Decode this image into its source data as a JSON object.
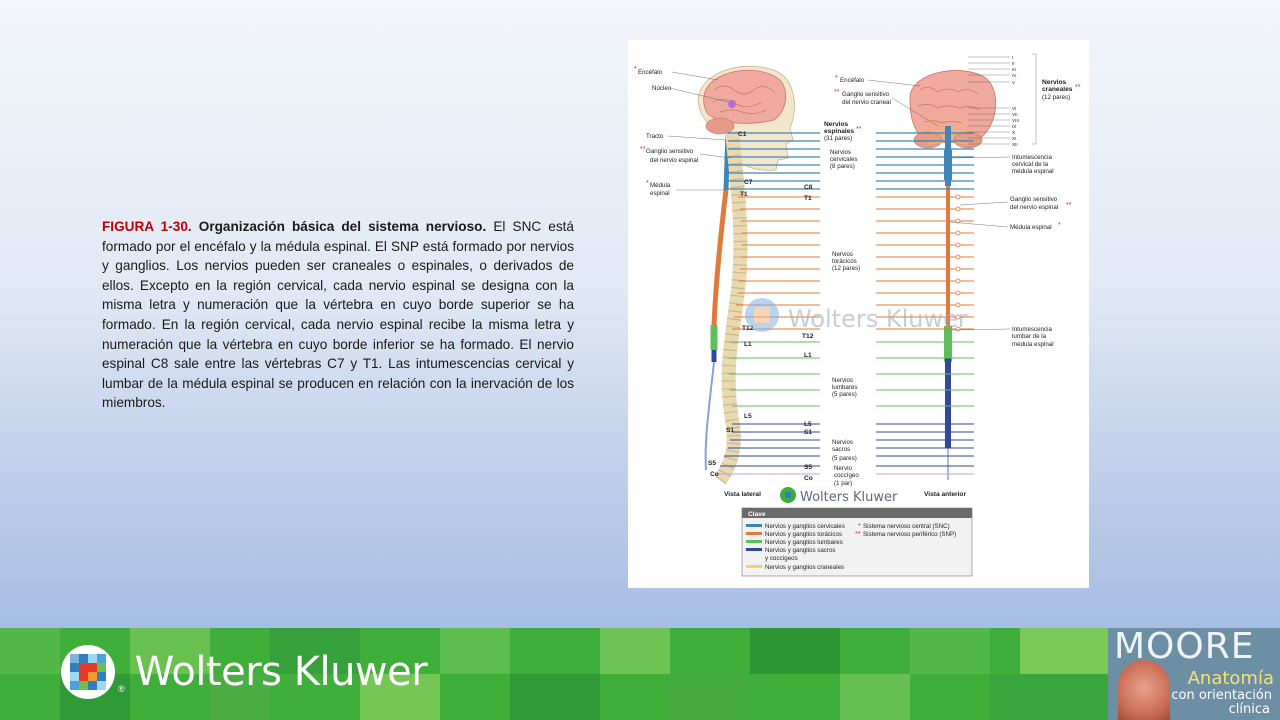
{
  "caption": {
    "figure_label": "FIGURA 1-30.",
    "title": "Organización básica del sistema nervioso.",
    "body": "El SNC está formado por el encéfalo y la médula espinal. El SNP está formado por nervios y ganglios. Los nervios pueden ser craneales o espinales, o derivados de ellos. Excepto en la región cervical, cada nervio espinal se designa con la misma letra y numeración que la vértebra en cuyo borde superior se ha formado. En la región cervical, cada nervio espinal recibe la misma letra y numeración que la vértebra en cuyo borde inferior se ha formado. El nervio espinal C8 sale entre las vértebras C7 y T1. Las intumescencias cervical y lumbar de la médula espinal se producen en relación con la inervación de los miembros."
  },
  "figure": {
    "left_labels": {
      "encefalo": "Encéfalo",
      "nucleo": "Núcleo",
      "tracto": "Tracto",
      "ganglio_1": "Ganglio sensitivo",
      "ganglio_2": "del nervio espinal",
      "medula_1": "Médula",
      "medula_2": "espinal"
    },
    "vertebra_labels": {
      "c1": "C1",
      "c7": "C7",
      "c8": "C8",
      "t1": "T1",
      "t1b": "T1",
      "t12": "T12",
      "t12b": "T12",
      "l1": "L1",
      "l1b": "L1",
      "l5": "L5",
      "l5b": "L5",
      "s1": "S1",
      "s1b": "S1",
      "s5": "S5",
      "s5b": "S5",
      "co": "Co",
      "cob": "Co"
    },
    "middle_labels": {
      "espinales_1": "Nervios",
      "espinales_2": "espinales",
      "espinales_3": "(31 pares)",
      "cervicales_1": "Nervios",
      "cervicales_2": "cervicales",
      "cervicales_3": "(8 pares)",
      "toracicos_1": "Nervios",
      "toracicos_2": "torácicos",
      "toracicos_3": "(12 pares)",
      "lumbares_1": "Nervios",
      "lumbares_2": "lumbares",
      "lumbares_3": "(5 pares)",
      "sacros_1": "Nervios",
      "sacros_2": "sacros",
      "sacros_3": "(5 pares)",
      "coccigeo_1": "Nervio",
      "coccigeo_2": "coccígeo",
      "coccigeo_3": "(1 par)"
    },
    "right_labels": {
      "encefalo": "Encéfalo",
      "ganglio_craneal_1": "Ganglio sensitivo",
      "ganglio_craneal_2": "del nervio craneal",
      "craneales_1": "Nervios",
      "craneales_2": "craneales",
      "craneales_3": "(12 pares)",
      "int_cervical_1": "Intumescencia",
      "int_cervical_2": "cervical de la",
      "int_cervical_3": "médula espinal",
      "ganglio_espinal_1": "Ganglio sensitivo",
      "ganglio_espinal_2": "del nervio espinal",
      "medula": "Médula espinal",
      "int_lumbar_1": "Intumescencia",
      "int_lumbar_2": "lumbar de la",
      "int_lumbar_3": "médula espinal"
    },
    "cranial_numerals": [
      "I",
      "II",
      "III",
      "IV",
      "V",
      "VI",
      "VII",
      "VIII",
      "IX",
      "X",
      "XI",
      "XII"
    ],
    "view_lateral": "Vista lateral",
    "view_anterior": "Vista anterior",
    "watermark": "Wolters Kluwer",
    "key": {
      "title": "Clave",
      "items": [
        {
          "label": "Nervios y ganglios cervicales",
          "color": "#3f86b8"
        },
        {
          "label": "Nervios y ganglios torácicos",
          "color": "#e07a3c"
        },
        {
          "label": "Nervios y ganglios lumbares",
          "color": "#5cbf5a"
        },
        {
          "label": "Nervios y ganglios sacros",
          "color": "#2f4a9a"
        },
        {
          "label": "y coccígeos",
          "color": ""
        },
        {
          "label": "Nervios y ganglios craneales",
          "color": "#f1d36c"
        }
      ],
      "snc": "Sistema nervioso central (SNC)",
      "snp": "Sistema nervioso periférico (SNP)"
    }
  },
  "footer": {
    "brand": "Wolters Kluwer",
    "book_title": "MOORE",
    "book_sub1": "Anatomía",
    "book_sub2": "con orientación",
    "book_sub3": "clínica"
  },
  "colors": {
    "cervical": "#3f86b8",
    "thoracic": "#e07a3c",
    "lumbar": "#5cbf5a",
    "sacral": "#2f4a9a",
    "cranial": "#f1d36c",
    "band_green": "#3fae3a",
    "accent_red": "#c00000"
  }
}
